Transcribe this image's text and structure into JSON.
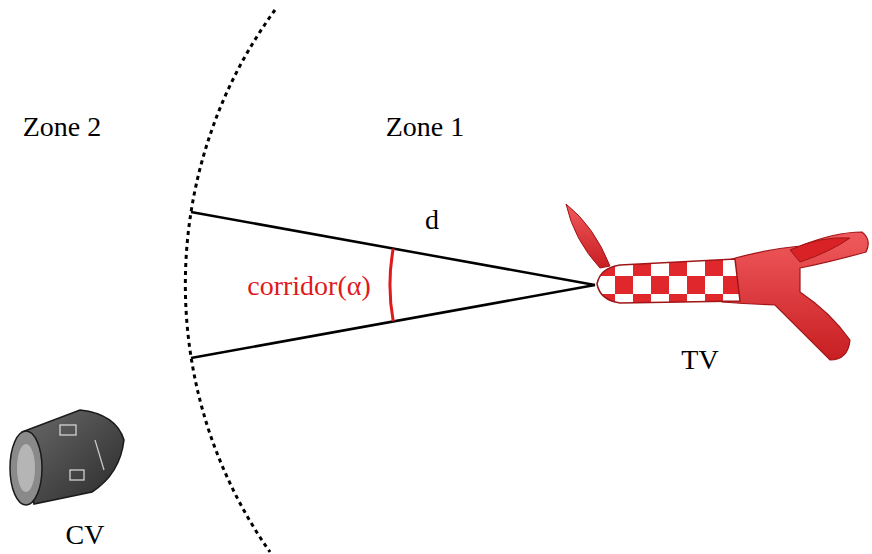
{
  "diagram": {
    "labels": [
      "Zone 2",
      "Zone 1",
      "d",
      "corridor(α)",
      "TV",
      "CV"
    ]
  }
}
